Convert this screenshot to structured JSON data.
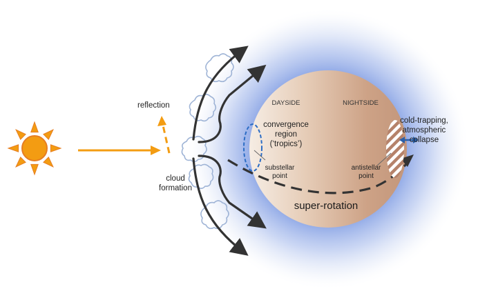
{
  "labels": {
    "reflection": "reflection",
    "cloud_formation": [
      "cloud",
      "formation"
    ],
    "dayside": "DAYSIDE",
    "nightside": "NIGHTSIDE",
    "convergence": [
      "convergence",
      "region",
      "(‘tropics’)"
    ],
    "substellar": [
      "substellar",
      "point"
    ],
    "antistellar": [
      "antistellar",
      "point"
    ],
    "cold_trapping": [
      "cold-trapping,",
      "atmospheric",
      "collapse"
    ],
    "super_rotation": "super-rotation"
  },
  "colors": {
    "sun": "#f39c12",
    "sun_outline": "#e67e22",
    "incoming_arrow": "#f39c12",
    "atmosphere_glow": "#8fa8e6",
    "planet_day": "#f3e7dc",
    "planet_night": "#c79a80",
    "circulation": "#333333",
    "cloud_outline": "#9fb4d6",
    "convergence_outline": "#2b6cc4",
    "double_arrow": "#2b5fa8"
  },
  "icons": [
    "sun-icon",
    "cloud-icon"
  ]
}
